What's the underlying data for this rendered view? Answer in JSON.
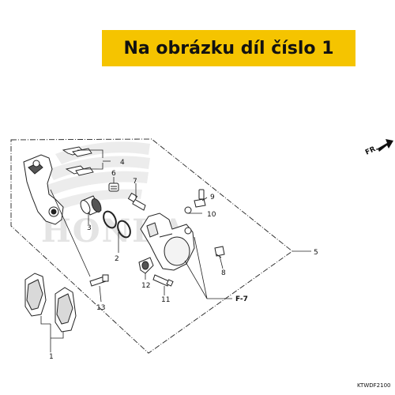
{
  "banner": {
    "text": "Na obrázku díl číslo 1"
  },
  "diagram": {
    "watermark": "HONDA",
    "direction_label": "FR.",
    "reference_label": "F-7",
    "figure_code": "KTWDF2100",
    "callouts": [
      "1",
      "2",
      "3",
      "4",
      "5",
      "6",
      "7",
      "8",
      "9",
      "10",
      "11",
      "12",
      "13"
    ]
  },
  "colors": {
    "banner": "#f5c400",
    "ink": "#111111",
    "watermark": "#e4e4e4"
  }
}
